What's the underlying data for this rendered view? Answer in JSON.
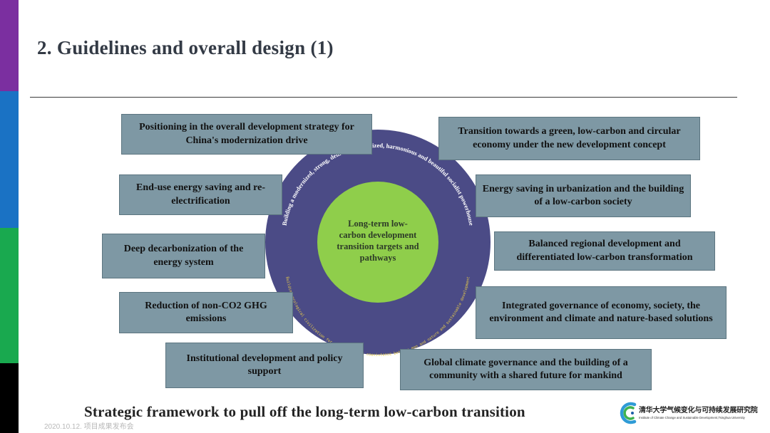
{
  "slide": {
    "title": "2. Guidelines and overall design (1)",
    "caption": "Strategic framework to pull off the long-term low-carbon transition",
    "date_watermark": "2020.10.12. 项目成果发布会"
  },
  "center": {
    "label": "Long-term low-carbon development transition targets and pathways",
    "outer_ring_text_top": "Building a modernized, strong, democratic, civilized, harmonious and beautiful socialist powerhouse",
    "outer_ring_text_bottom": "Building ecological civilization for the harmonious coexistence between man and nature and sustainable development"
  },
  "left_boxes": [
    "Positioning in the overall development strategy for China's modernization drive",
    "End-use energy saving and re-electrification",
    "Deep decarbonization of the energy system",
    "Reduction of non-CO2 GHG emissions",
    "Institutional development and policy support"
  ],
  "right_boxes": [
    "Transition towards a green, low-carbon and circular economy under the new development concept",
    "Energy saving in urbanization and the building of a low-carbon society",
    "Balanced regional development and differentiated low-carbon transformation",
    "Integrated governance of economy, society, the environment and climate and nature-based solutions",
    "Global climate governance and the building of a community with a shared future for mankind"
  ],
  "logo": {
    "name_cn": "清华大学气候变化与可持续发展研究院",
    "name_en": "Institute of Climate Change and Sustainable Development,Tsinghua University"
  },
  "colors": {
    "sidebar": [
      "#7b2fa0",
      "#1a72c4",
      "#19a94f",
      "#000000"
    ],
    "box_fill": "#7e98a4",
    "outer_circle": "#4b4b86",
    "inner_circle": "#8fce4b"
  }
}
